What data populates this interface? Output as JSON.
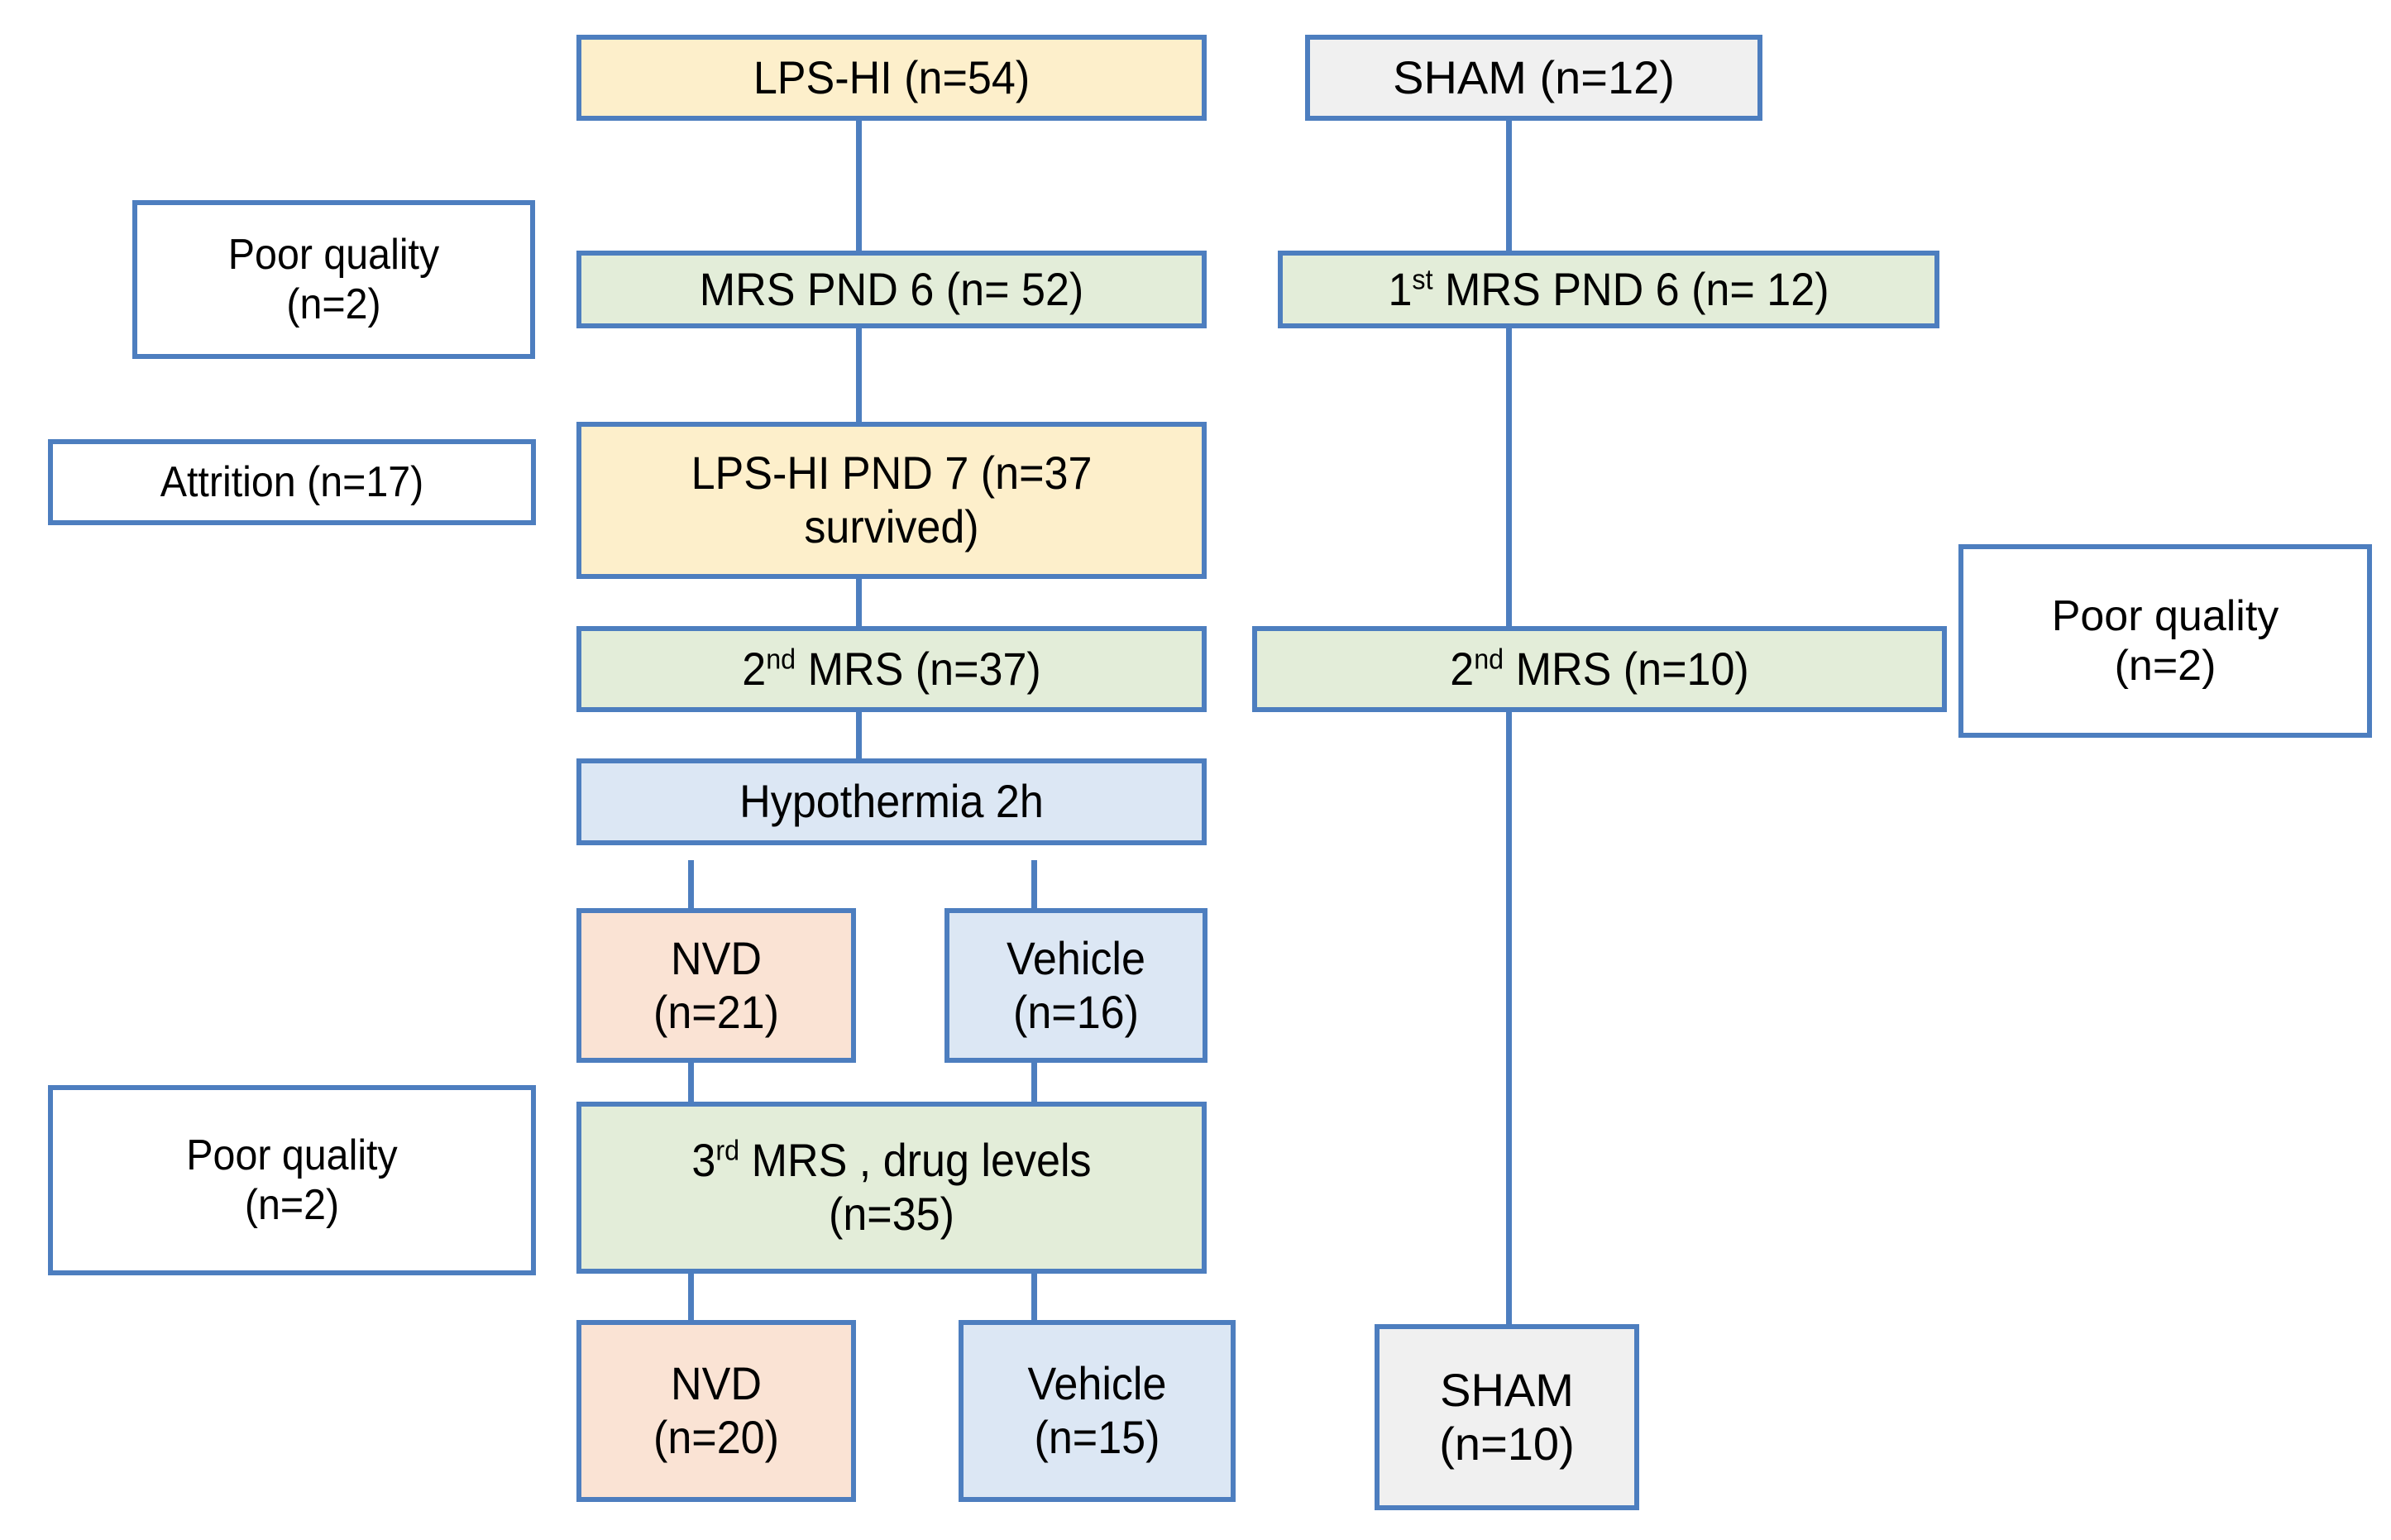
{
  "diagram": {
    "title": "Study flow diagram: LPS-HI and SHAM animal allocation",
    "colors": {
      "border": "#4D7EBF",
      "connector": "#4D7EBF",
      "fill_yellow": "#FDEFCB",
      "fill_green": "#E3EDD9",
      "fill_blue": "#DCE7F4",
      "fill_peach": "#FAE3D4",
      "fill_gray": "#F0F0F0",
      "fill_white": "#FFFFFF",
      "text": "#000000"
    },
    "nodes": {
      "lps_hi_root": {
        "label": "LPS-HI (n=54)",
        "fill": "#FDEFCB"
      },
      "sham_root": {
        "label": "SHAM (n=12)",
        "fill": "#F0F0F0"
      },
      "mrs_pnd6_left": {
        "label": "MRS PND 6 (n= 52)",
        "fill": "#E3EDD9"
      },
      "mrs_pnd6_right_prefix": "1",
      "mrs_pnd6_right_sup": "st",
      "mrs_pnd6_right_rest": " MRS PND 6 (n= 12)",
      "poor_quality_top": {
        "line1": "Poor quality",
        "line2": "(n=2)",
        "fill": "#FFFFFF"
      },
      "attrition": {
        "label": "Attrition (n=17)",
        "fill": "#FFFFFF"
      },
      "lps_hi_pnd7": {
        "line1": "LPS-HI PND 7 (n=37",
        "line2": "survived)",
        "fill": "#FDEFCB"
      },
      "mrs2_left_prefix": "2",
      "mrs2_left_sup": "nd",
      "mrs2_left_rest": "  MRS (n=37)",
      "mrs2_right_prefix": "2",
      "mrs2_right_sup": "nd",
      "mrs2_right_rest": "  MRS (n=10)",
      "poor_quality_right": {
        "line1": "Poor quality",
        "line2": "(n=2)",
        "fill": "#FFFFFF"
      },
      "hypothermia": {
        "label": "Hypothermia 2h",
        "fill": "#DCE7F4"
      },
      "nvd_21": {
        "line1": "NVD",
        "line2": "(n=21)",
        "fill": "#FAE3D4"
      },
      "vehicle_16": {
        "line1": "Vehicle",
        "line2": "(n=16)",
        "fill": "#DCE7F4"
      },
      "poor_quality_bottom": {
        "line1": "Poor quality",
        "line2": "(n=2)",
        "fill": "#FFFFFF"
      },
      "mrs3_prefix": "3",
      "mrs3_sup": "rd",
      "mrs3_rest": "  MRS , drug levels",
      "mrs3_line2": "(n=35)",
      "nvd_20": {
        "line1": "NVD",
        "line2": "(n=20)",
        "fill": "#FAE3D4"
      },
      "vehicle_15": {
        "line1": "Vehicle",
        "line2": "(n=15)",
        "fill": "#DCE7F4"
      },
      "sham_10": {
        "line1": "SHAM",
        "line2": "(n=10)",
        "fill": "#F0F0F0"
      }
    }
  }
}
